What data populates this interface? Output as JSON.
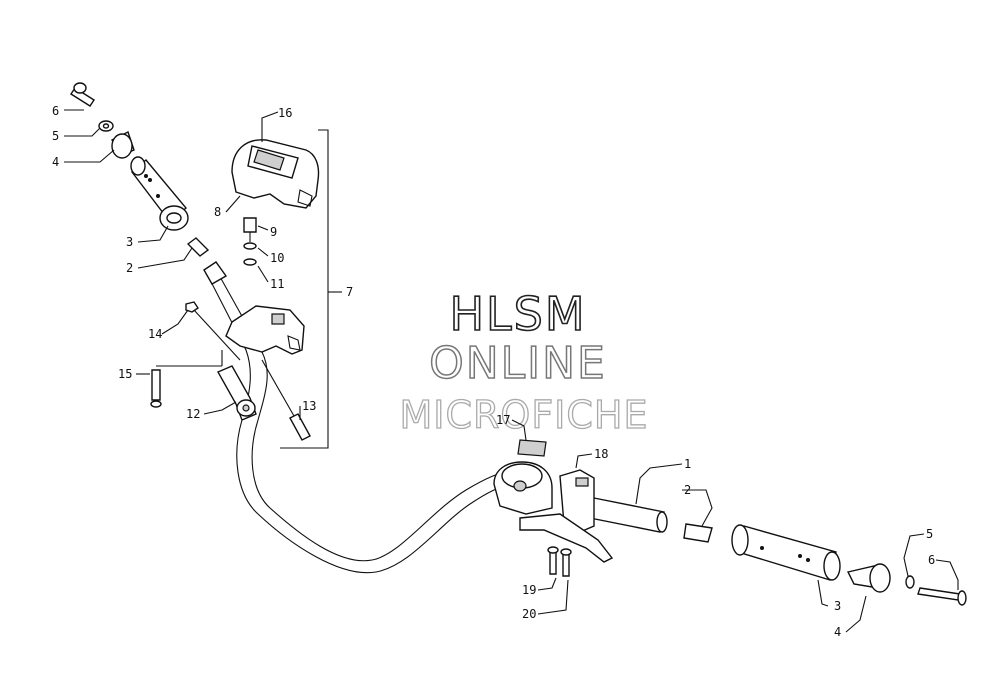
{
  "watermark": {
    "line1": "HLSM",
    "line2": "ONLINE",
    "line3": "MICROFICHE"
  },
  "callouts": {
    "l6": "6",
    "l5": "5",
    "l4": "4",
    "l3": "3",
    "l2": "2",
    "l16": "16",
    "l8": "8",
    "l9": "9",
    "l10": "10",
    "l11": "11",
    "l7": "7",
    "l14": "14",
    "l15": "15",
    "l12": "12",
    "l13": "13",
    "l17": "17",
    "l18": "18",
    "l1": "1",
    "r2": "2",
    "r5": "5",
    "r6": "6",
    "r3": "3",
    "r4": "4",
    "l19": "19",
    "l20": "20"
  },
  "colors": {
    "line": "#111111",
    "shade": "#cfcfcf"
  }
}
